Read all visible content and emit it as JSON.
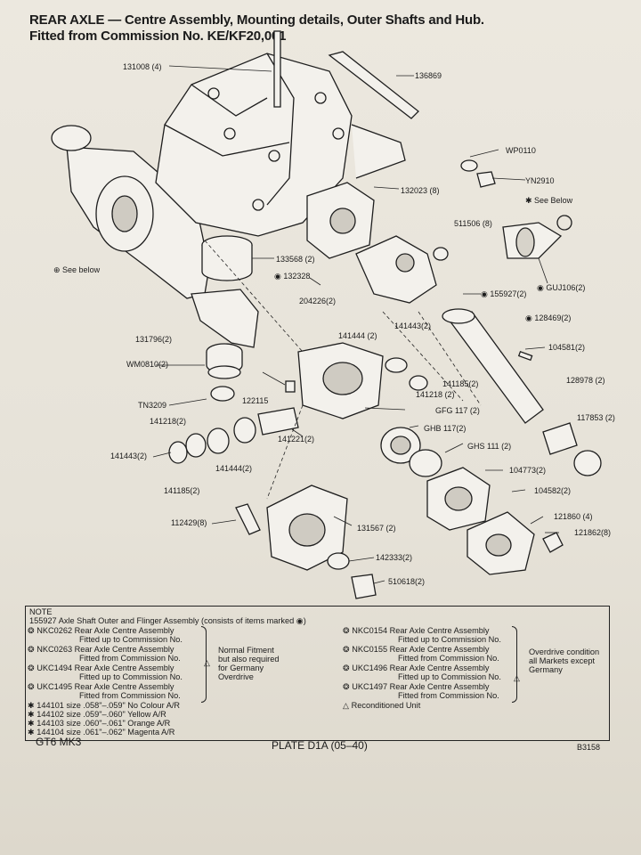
{
  "title": {
    "line1": "REAR AXLE  — Centre Assembly,  Mounting details, Outer  Shafts and Hub.",
    "line2": "Fitted from Commission No. KE/KF20,001"
  },
  "labels": {
    "p131008": "131008 (4)",
    "p136869": "136869",
    "pWP0110": "WP0110",
    "pYN2910": "YN2910",
    "pSeeBelowTop": "✱ See Below",
    "p132023": "132023 (8)",
    "p511506": "511506 (8)",
    "pGUJ106": "◉ GUJ106(2)",
    "pSeeBelowLeft": "⊕ See below",
    "p133568": "133568 (2)",
    "p132328": "◉ 132328",
    "p155927": "◉ 155927(2)",
    "p204226": "204226(2)",
    "p141443a": "141443(2)",
    "p128469": "◉ 128469(2)",
    "p131796": "131796(2)",
    "p141444a": "141444 (2)",
    "p104581": "104581(2)",
    "pWM0810": "WM0810(2)",
    "p141185a": "141185(2)",
    "p128978": "128978 (2)",
    "p141218a": "141218 (2)",
    "p122115": "122115",
    "pTN3209": "TN3209",
    "pGFG117": "GFG 117 (2)",
    "p141218b": "141218(2)",
    "p117853": "117853 (2)",
    "pGHB117": "GHB 117(2)",
    "p141221": "141221(2)",
    "pGHS111": "GHS 111 (2)",
    "p141443b": "141443(2)",
    "p141444b": "141444(2)",
    "p104773": "104773(2)",
    "p141185b": "141185(2)",
    "p104582": "104582(2)",
    "p121860": "121860 (4)",
    "p112429": "112429(8)",
    "p131567": "131567 (2)",
    "p121862": "121862(8)",
    "p142333": "142333(2)",
    "p510618": "510618(2)"
  },
  "note": {
    "heading": "NOTE",
    "r155927": "155927     Axle Shaft Outer and Flinger Assembly (consists of items marked ◉)",
    "l1": "❂ NKC0262    Rear Axle Centre Assembly",
    "l1b": "Fitted up to Commission No.",
    "l2": "❂ NKC0263    Rear Axle Centre Assembly",
    "l2b": "Fitted from Commission No.",
    "l3": "❂ UKC1494    Rear Axle Centre Assembly",
    "l3b": "Fitted up to Commission No.",
    "l4": "❂ UKC1495    Rear Axle Centre Assembly",
    "l4b": "Fitted from Commission No.",
    "normal1": "Normal Fitment",
    "normal2": "but also required",
    "normal3": "for Germany",
    "normal4": "Overdrive",
    "tri": "△",
    "r1": "❂ NKC0154    Rear Axle Centre Assembly",
    "r1b": "Fitted up to Commission No.",
    "r2": "❂ NKC0155    Rear Axle Centre Assembly",
    "r2b": "Fitted from Commission No.",
    "r3": "❂ UKC1496    Rear Axle Centre Assembly",
    "r3b": "Fitted up to Commission No.",
    "r4": "❂ UKC1497    Rear Axle Centre Assembly",
    "r4b": "Fitted from Commission No.",
    "od1": "Overdrive condition",
    "od2": "all Markets except",
    "od3": "Germany",
    "recon": "△ Reconditioned Unit",
    "s1": "✱ 144101    size .058\"–.059\" No Colour A/R",
    "s2": "✱ 144102    size .059\"–.060\" Yellow A/R",
    "s3": "✱ 144103    size .060\"–.061\" Orange A/R",
    "s4": "✱ 144104    size .061\"–.062\" Magenta A/R"
  },
  "footer": {
    "model": "GT6 MK3",
    "plate": "PLATE D1A (05–40)",
    "code": "B3158"
  }
}
